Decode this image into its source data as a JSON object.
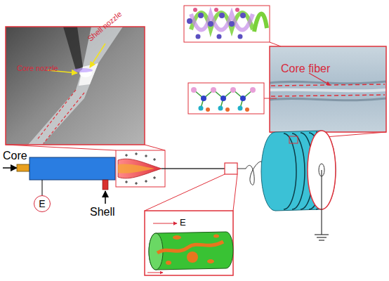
{
  "diagram": {
    "nodes": [
      {
        "text": [
          "E"
        ]
      }
    ],
    "labels": [
      "Shell nozzle",
      "Core nozzle",
      "Core fiber",
      "Core",
      "Shell",
      "E"
    ]
  }
}
